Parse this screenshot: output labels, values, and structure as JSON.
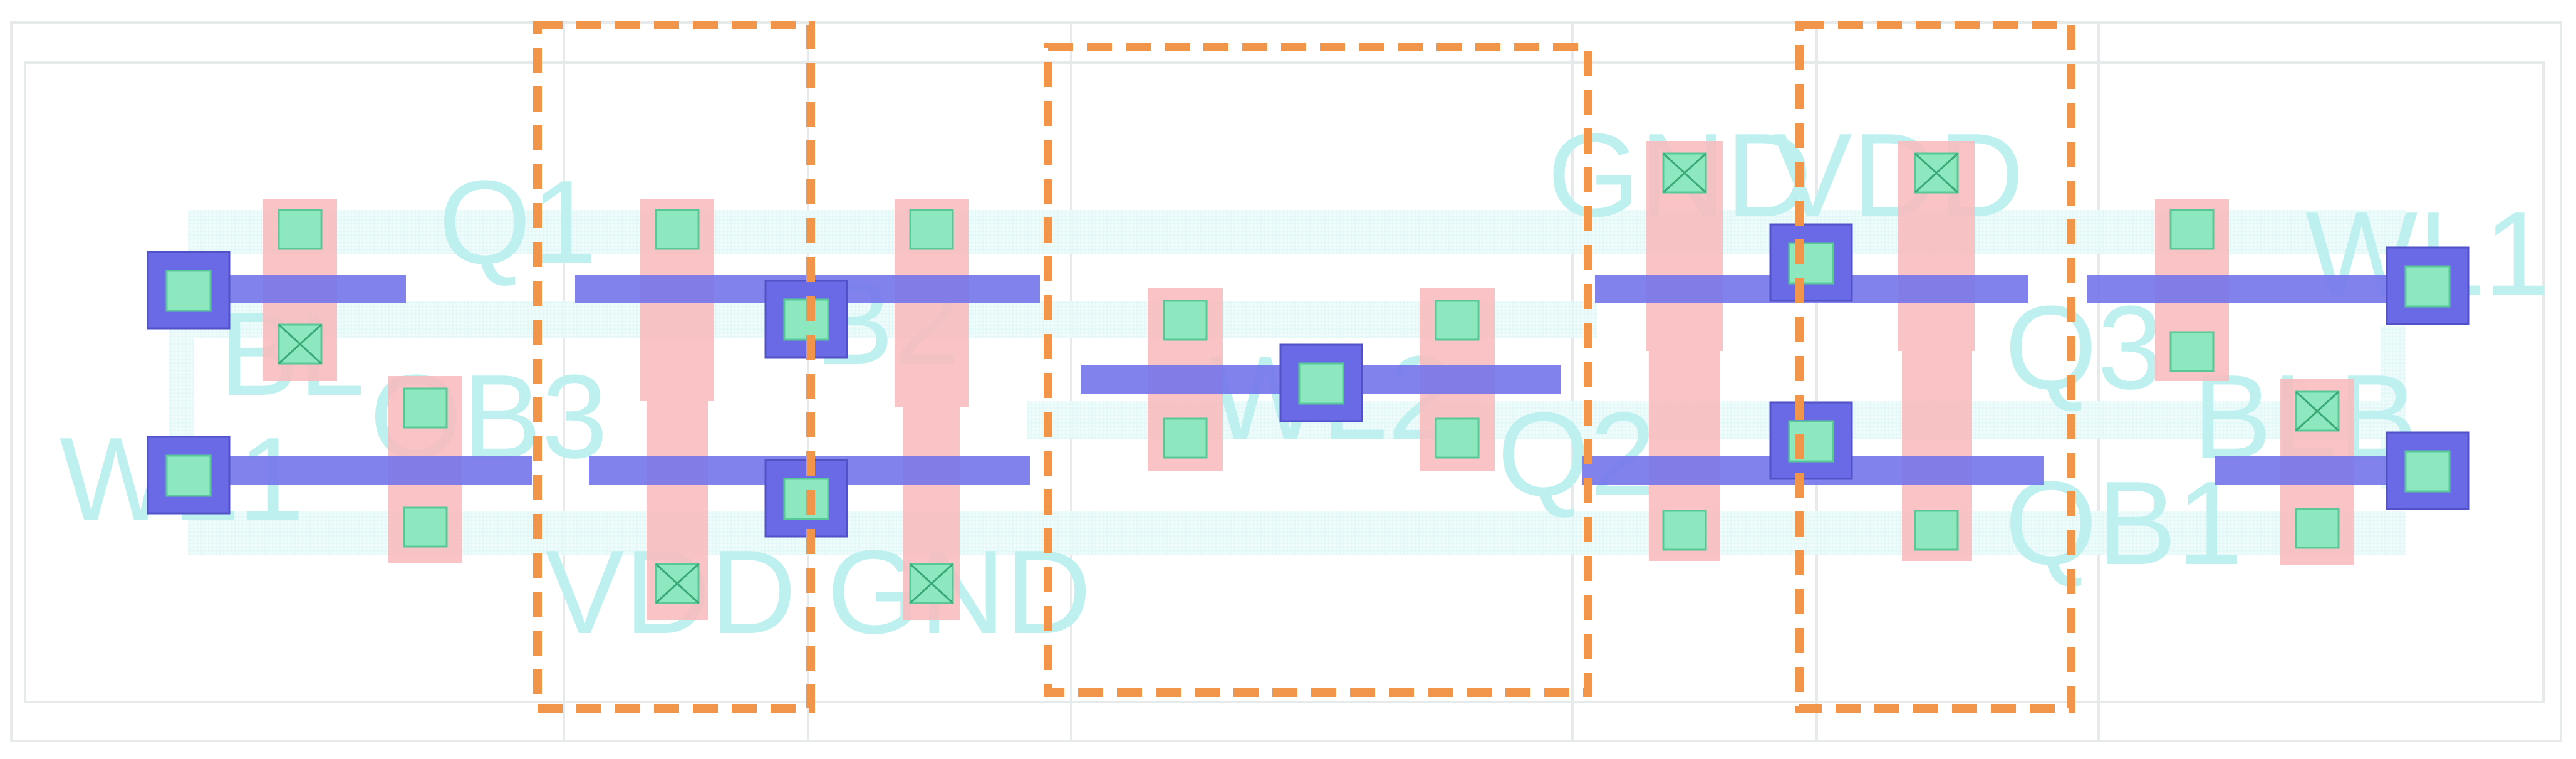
{
  "colors": {
    "background": "#ffffff",
    "cell_boundary": "#e6eaea",
    "faint_text": "#bff0f0",
    "poly": "#f9b8bb",
    "diffusion": "#f6c4c6",
    "metal1": "#7474ea",
    "contact_fill": "#8ee8bf",
    "contact_blue": "#6a6ae6",
    "highlight_dash": "#f0954a"
  },
  "labels": {
    "q1": "Q1",
    "bl": "BL",
    "wl1_left": "WL1",
    "qb3": "QB3",
    "b2": "B2",
    "vdd_bottom": "VDD",
    "gnd_bottom": "GND",
    "wl2": "WL2",
    "q2": "Q2",
    "gnd_top": "GND",
    "vdd_top": "VDD",
    "q3": "Q3",
    "wl1_right": "WL1",
    "blb": "BLB",
    "qb1": "QB1"
  },
  "highlight_boxes": [
    {
      "name": "left-inverter-highlight"
    },
    {
      "name": "center-highlight"
    },
    {
      "name": "right-inverter-highlight"
    }
  ]
}
